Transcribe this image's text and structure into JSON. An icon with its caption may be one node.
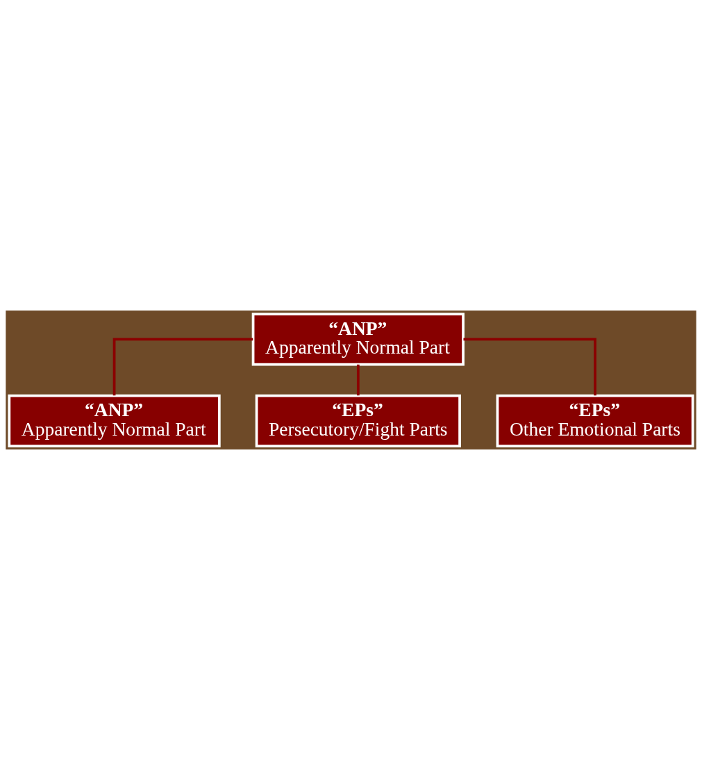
{
  "diagram": {
    "nodes": [
      {
        "text": [
          "“ANP”",
          "Apparently Normal Part"
        ]
      },
      {
        "text": [
          "“ANP”",
          "Apparently Normal Part"
        ]
      },
      {
        "text": [
          "“EPs”",
          "Persecutory/Fight Parts"
        ]
      },
      {
        "text": [
          "“EPs”",
          "Other Emotional Parts"
        ]
      }
    ],
    "edges": [
      {
        "from": 0,
        "to": 1,
        "arrow": "none"
      },
      {
        "from": 0,
        "to": 2,
        "arrow": "none"
      },
      {
        "from": 0,
        "to": 3,
        "arrow": "none"
      }
    ]
  }
}
